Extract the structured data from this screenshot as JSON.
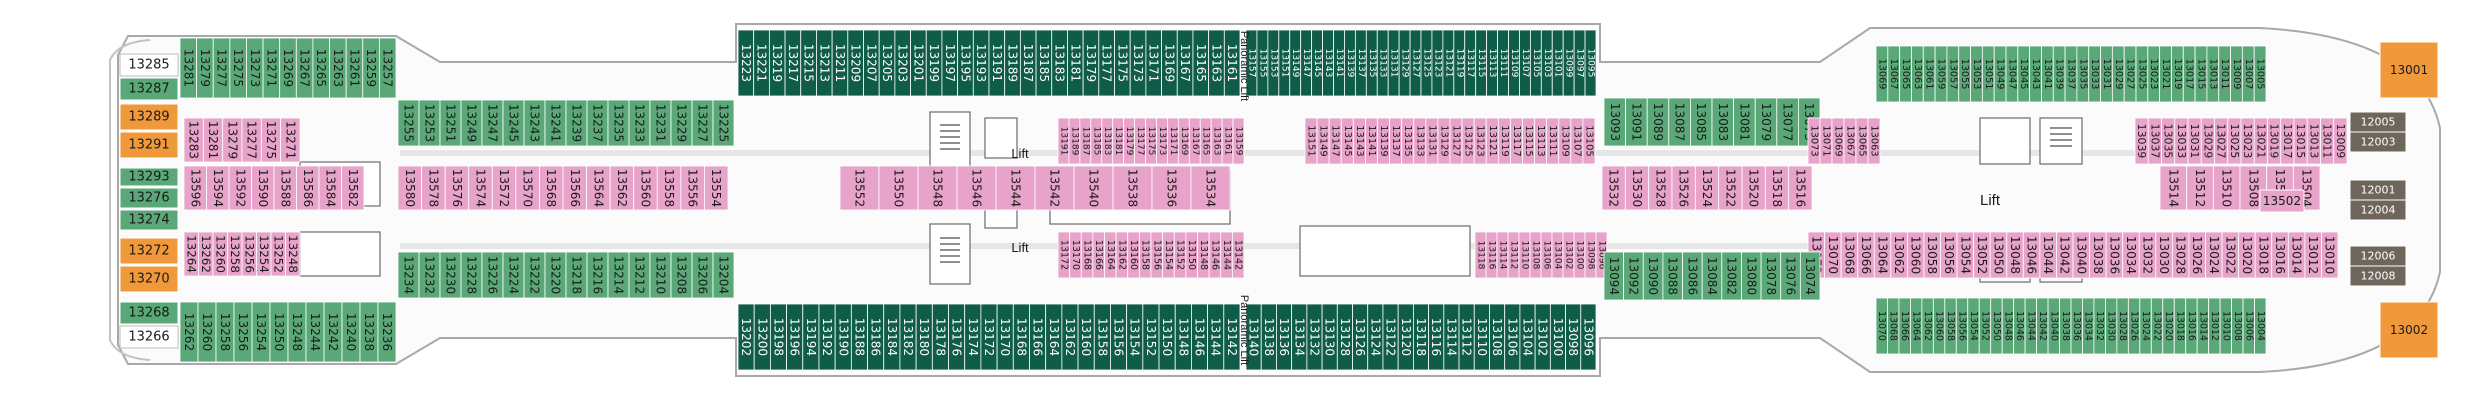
{
  "colors": {
    "green": "#5aa878",
    "dark_green": "#0f5c49",
    "pink": "#e7a3c9",
    "orange": "#f0993a",
    "taupe": "#6e655b",
    "hull_fill": "#fbfbfb",
    "hull_stroke": "#a9a9a9",
    "text_dark": "#1a1a1a",
    "text_light": "#ffffff"
  },
  "labels": {
    "lift_center": "Lift",
    "lift_small_top": "Lift",
    "lift_small_bottom": "Lift",
    "panoramic_lift_top": "Panoramic Lift",
    "panoramic_lift_bottom": "Panoramic Lift"
  },
  "aft_cabins": [
    {
      "n": "13285",
      "color": "white"
    },
    {
      "n": "13287",
      "color": "green"
    },
    {
      "n": "13289",
      "color": "orange"
    },
    {
      "n": "13291",
      "color": "orange"
    },
    {
      "n": "13293",
      "color": "green"
    },
    {
      "n": "13276",
      "color": "green"
    },
    {
      "n": "13274",
      "color": "green"
    },
    {
      "n": "13272",
      "color": "orange"
    },
    {
      "n": "13270",
      "color": "orange"
    },
    {
      "n": "13268",
      "color": "green"
    },
    {
      "n": "13266",
      "color": "white"
    }
  ],
  "fwd_cabins": [
    {
      "n": "13001",
      "color": "orange"
    },
    {
      "n": "12005",
      "color": "taupe"
    },
    {
      "n": "12003",
      "color": "taupe"
    },
    {
      "n": "12001",
      "color": "taupe"
    },
    {
      "n": "12004",
      "color": "taupe"
    },
    {
      "n": "12006",
      "color": "taupe"
    },
    {
      "n": "12008",
      "color": "taupe"
    },
    {
      "n": "13002",
      "color": "orange"
    }
  ],
  "single_cabins": [
    {
      "n": "13502",
      "color": "pink"
    }
  ],
  "rows": [
    {
      "id": "r1a",
      "color": "green",
      "cabins": [
        "13281",
        "13279",
        "13277",
        "13275",
        "13273",
        "13271",
        "13269",
        "13267",
        "13265",
        "13263",
        "13261",
        "13259",
        "13257"
      ]
    },
    {
      "id": "r1b",
      "color": "dark_green",
      "cabins": [
        "13223",
        "13221",
        "13219",
        "13217",
        "13215",
        "13213",
        "13211",
        "13209",
        "13207",
        "13205",
        "13203",
        "13201",
        "13199",
        "13197",
        "13195",
        "13193",
        "13191",
        "13189",
        "13187",
        "13185",
        "13183",
        "13181",
        "13179",
        "13177",
        "13175",
        "13173",
        "13171",
        "13169",
        "13167",
        "13165",
        "13163",
        "13161"
      ]
    },
    {
      "id": "r1c",
      "color": "dark_green",
      "cabins": [
        "13157",
        "13155",
        "13153",
        "13151",
        "13149",
        "13147",
        "13145",
        "13143",
        "13141",
        "13139",
        "13137",
        "13135",
        "13133",
        "13131",
        "13129",
        "13127",
        "13125",
        "13123",
        "13121",
        "13119",
        "13117",
        "13115",
        "13113",
        "13111",
        "13109",
        "13107",
        "13105",
        "13103",
        "13101",
        "13099",
        "13097",
        "13095"
      ]
    },
    {
      "id": "r1d",
      "color": "green",
      "cabins": [
        "13069",
        "13067",
        "13065",
        "13063",
        "13061",
        "13059",
        "13057",
        "13055",
        "13053",
        "13051",
        "13049",
        "13047",
        "13045",
        "13043",
        "13041",
        "13039",
        "13037",
        "13035",
        "13033",
        "13031",
        "13029",
        "13027",
        "13025",
        "13023",
        "13021",
        "13019",
        "13017",
        "13015",
        "13013",
        "13011",
        "13009",
        "13007",
        "13005"
      ]
    },
    {
      "id": "r2a",
      "color": "green",
      "cabins": [
        "13255",
        "13253",
        "13251",
        "13249",
        "13247",
        "13245",
        "13243",
        "13241",
        "13239",
        "13237",
        "13235",
        "13233",
        "13231",
        "13229",
        "13227",
        "13225"
      ]
    },
    {
      "id": "r2b",
      "color": "green",
      "cabins": [
        "13093",
        "13091",
        "13089",
        "13087",
        "13085",
        "13083",
        "13081",
        "13079",
        "13077",
        "13075"
      ]
    },
    {
      "id": "r3a",
      "color": "pink",
      "cabins": [
        "13283",
        "13281",
        "13279",
        "13277",
        "13275",
        "13271"
      ]
    },
    {
      "id": "r3b",
      "color": "pink",
      "cabins": [
        "13191",
        "13189",
        "13187",
        "13185",
        "13183",
        "13181",
        "13179",
        "13177",
        "13175",
        "13173",
        "13171",
        "13169",
        "13167",
        "13165",
        "13163",
        "13161",
        "13159"
      ]
    },
    {
      "id": "r3c",
      "color": "pink",
      "cabins": [
        "13151",
        "13149",
        "13147",
        "13145",
        "13143",
        "13141",
        "13139",
        "13137",
        "13135",
        "13133",
        "13131",
        "13129",
        "13127",
        "13125",
        "13123",
        "13121",
        "13119",
        "13117",
        "13115",
        "13113",
        "13111",
        "13109",
        "13107",
        "13105"
      ]
    },
    {
      "id": "r3d",
      "color": "pink",
      "cabins": [
        "13073",
        "13071",
        "13069",
        "13067",
        "13065",
        "13063"
      ]
    },
    {
      "id": "r3e",
      "color": "pink",
      "cabins": [
        "13039",
        "13037",
        "13035",
        "13033",
        "13031",
        "13029",
        "13027",
        "13025",
        "13023",
        "13021",
        "13019",
        "13017",
        "13015",
        "13013",
        "13011",
        "13009"
      ]
    },
    {
      "id": "r4a",
      "color": "pink",
      "cabins": [
        "13596",
        "13594",
        "13592",
        "13590",
        "13588",
        "13586",
        "13584",
        "13582"
      ]
    },
    {
      "id": "r4b",
      "color": "pink",
      "cabins": [
        "13580",
        "13578",
        "13576",
        "13574",
        "13572",
        "13570",
        "13568",
        "13566",
        "13564",
        "13562",
        "13560",
        "13558",
        "13556",
        "13554"
      ]
    },
    {
      "id": "r4c",
      "color": "pink",
      "cabins": [
        "13552",
        "13550",
        "13548",
        "13546",
        "13544",
        "13542",
        "13540",
        "13538",
        "13536",
        "13534"
      ]
    },
    {
      "id": "r4d",
      "color": "pink",
      "cabins": [
        "13532",
        "13530",
        "13528",
        "13526",
        "13524",
        "13522",
        "13520",
        "13518",
        "13516"
      ]
    },
    {
      "id": "r4e",
      "color": "pink",
      "cabins": [
        "13514",
        "13512",
        "13510",
        "13508",
        "13506",
        "13504"
      ]
    },
    {
      "id": "r5a",
      "color": "pink",
      "cabins": [
        "13264",
        "13262",
        "13260",
        "13258",
        "13256",
        "13254",
        "13252",
        "13248"
      ]
    },
    {
      "id": "r5b",
      "color": "pink",
      "cabins": [
        "13172",
        "13170",
        "13168",
        "13166",
        "13164",
        "13162",
        "13160",
        "13158",
        "13156",
        "13154",
        "13152",
        "13150",
        "13148",
        "13146",
        "13144",
        "13142"
      ]
    },
    {
      "id": "r5c",
      "color": "pink",
      "cabins": [
        "13118",
        "13116",
        "13114",
        "13112",
        "13110",
        "13108",
        "13106",
        "13104",
        "13102",
        "13100",
        "13098",
        "13096"
      ]
    },
    {
      "id": "r5d",
      "color": "pink",
      "cabins": [
        "13072",
        "13070",
        "13068",
        "13066",
        "13064",
        "13062",
        "13060",
        "13058",
        "13056",
        "13054",
        "13052",
        "13050",
        "13048",
        "13046",
        "13044",
        "13042",
        "13040",
        "13038",
        "13036",
        "13034",
        "13032",
        "13030",
        "13028",
        "13026",
        "13024",
        "13022",
        "13020",
        "13018",
        "13016",
        "13014",
        "13012",
        "13010"
      ]
    },
    {
      "id": "r6a",
      "color": "green",
      "cabins": [
        "13234",
        "13232",
        "13230",
        "13228",
        "13226",
        "13224",
        "13222",
        "13220",
        "13218",
        "13216",
        "13214",
        "13212",
        "13210",
        "13208",
        "13206",
        "13204"
      ]
    },
    {
      "id": "r6b",
      "color": "green",
      "cabins": [
        "13094",
        "13092",
        "13090",
        "13088",
        "13086",
        "13084",
        "13082",
        "13080",
        "13078",
        "13076",
        "13074"
      ]
    },
    {
      "id": "r7a",
      "color": "green",
      "cabins": [
        "13262",
        "13260",
        "13258",
        "13256",
        "13254",
        "13250",
        "13248",
        "13244",
        "13242",
        "13240",
        "13238",
        "13236"
      ]
    },
    {
      "id": "r7b",
      "color": "dark_green",
      "cabins": [
        "13202",
        "13200",
        "13198",
        "13196",
        "13194",
        "13192",
        "13190",
        "13188",
        "13186",
        "13184",
        "13182",
        "13180",
        "13178",
        "13176",
        "13174",
        "13172",
        "13170",
        "13168",
        "13166",
        "13164",
        "13162",
        "13160",
        "13158",
        "13156",
        "13154",
        "13152",
        "13150",
        "13148",
        "13146",
        "13144",
        "13142"
      ]
    },
    {
      "id": "r7c",
      "color": "dark_green",
      "cabins": [
        "13140",
        "13138",
        "13136",
        "13134",
        "13132",
        "13130",
        "13128",
        "13126",
        "13124",
        "13122",
        "13120",
        "13118",
        "13116",
        "13114",
        "13112",
        "13110",
        "13108",
        "13106",
        "13104",
        "13102",
        "13100",
        "13098",
        "13096"
      ]
    },
    {
      "id": "r7d",
      "color": "green",
      "cabins": [
        "13070",
        "13068",
        "13066",
        "13064",
        "13062",
        "13060",
        "13058",
        "13056",
        "13054",
        "13052",
        "13050",
        "13048",
        "13046",
        "13044",
        "13042",
        "13040",
        "13038",
        "13036",
        "13034",
        "13032",
        "13030",
        "13028",
        "13026",
        "13024",
        "13022",
        "13020",
        "13018",
        "13016",
        "13014",
        "13012",
        "13010",
        "13008",
        "13006",
        "13004"
      ]
    }
  ]
}
